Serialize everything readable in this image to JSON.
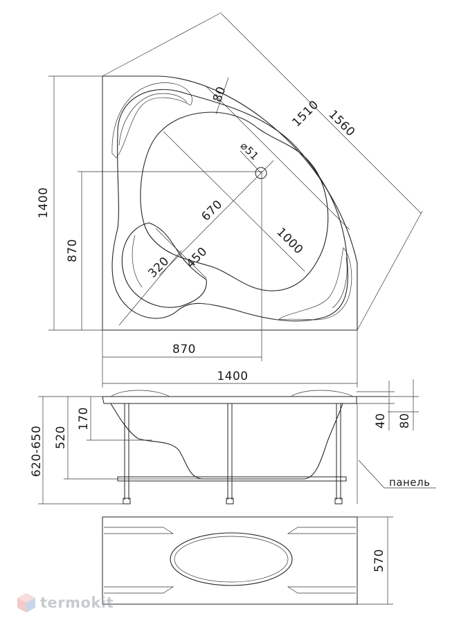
{
  "top_view": {
    "dim_1400_vertical": "1400",
    "dim_870_vertical": "870",
    "dim_870_horizontal": "870",
    "dim_1400_horizontal": "1400",
    "dim_1560_diagonal": "1560",
    "dim_1510_diagonal": "1510",
    "dim_80_rim": "80",
    "dim_51_drain": "⌀51",
    "dim_670": "670",
    "dim_1000": "1000",
    "dim_320": "320",
    "dim_450": "450"
  },
  "side_view": {
    "dim_620_650": "620-650",
    "dim_520": "520",
    "dim_170": "170",
    "dim_40": "40",
    "dim_80": "80",
    "panel_label": "панель"
  },
  "front_panel": {
    "dim_570": "570"
  },
  "brand": {
    "name": "termokit",
    "logo_color": "#e8a0a0"
  }
}
